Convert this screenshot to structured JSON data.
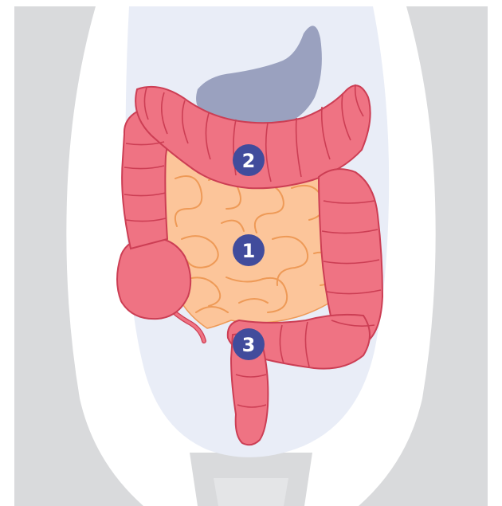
{
  "colors": {
    "background": "#ffffff",
    "body_silhouette": "#d9dadc",
    "abdomen_cavity": "#e9edf7",
    "stomach": "#9aa1bf",
    "large_intestine": "#ef7383",
    "large_intestine_outline": "#cc3e54",
    "small_intestine": "#fcc59a",
    "small_intestine_lines": "#ee9a57",
    "marker_fill": "#414c9c",
    "marker_text": "#ffffff"
  },
  "markers": [
    {
      "id": "small-intestine",
      "label": "1"
    },
    {
      "id": "transverse-colon",
      "label": "2"
    },
    {
      "id": "rectum",
      "label": "3"
    }
  ]
}
